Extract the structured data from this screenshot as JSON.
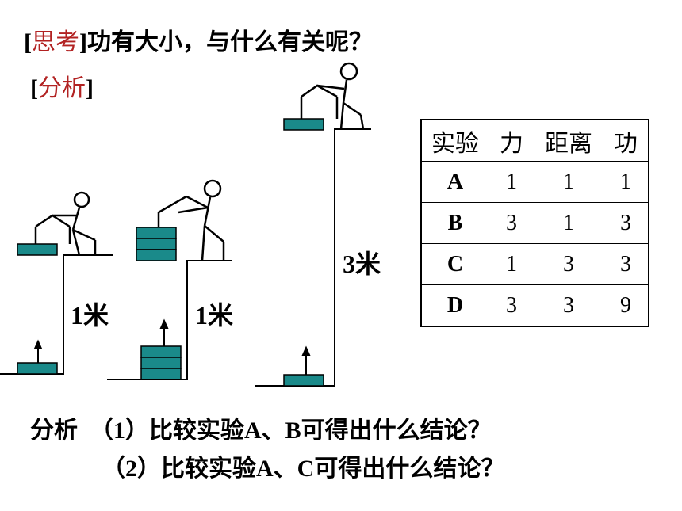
{
  "header": {
    "bracket_open": "[",
    "keyword": "思考",
    "bracket_close": "]",
    "question": "功有大小，与什么有关呢？"
  },
  "analysis_heading": {
    "bracket_open": "[",
    "keyword": "分析",
    "bracket_close": "]"
  },
  "heights": {
    "scene1": "1米",
    "scene2": "1米",
    "scene3": "3米"
  },
  "table": {
    "headers": [
      "实验",
      "力",
      "距离",
      "功"
    ],
    "rows": [
      {
        "label": "A",
        "force": "1",
        "distance": "1",
        "work": "1"
      },
      {
        "label": "B",
        "force": "3",
        "distance": "1",
        "work": "3"
      },
      {
        "label": "C",
        "force": "1",
        "distance": "3",
        "work": "3"
      },
      {
        "label": "D",
        "force": "3",
        "distance": "3",
        "work": "9"
      }
    ]
  },
  "questions": {
    "prefix": "分析",
    "q1": "（1）比较实验A、B可得出什么结论？",
    "q2": "（2）比较实验A、C可得出什么结论？"
  },
  "colors": {
    "box": "#1a8a8a",
    "accent": "#b22222"
  }
}
